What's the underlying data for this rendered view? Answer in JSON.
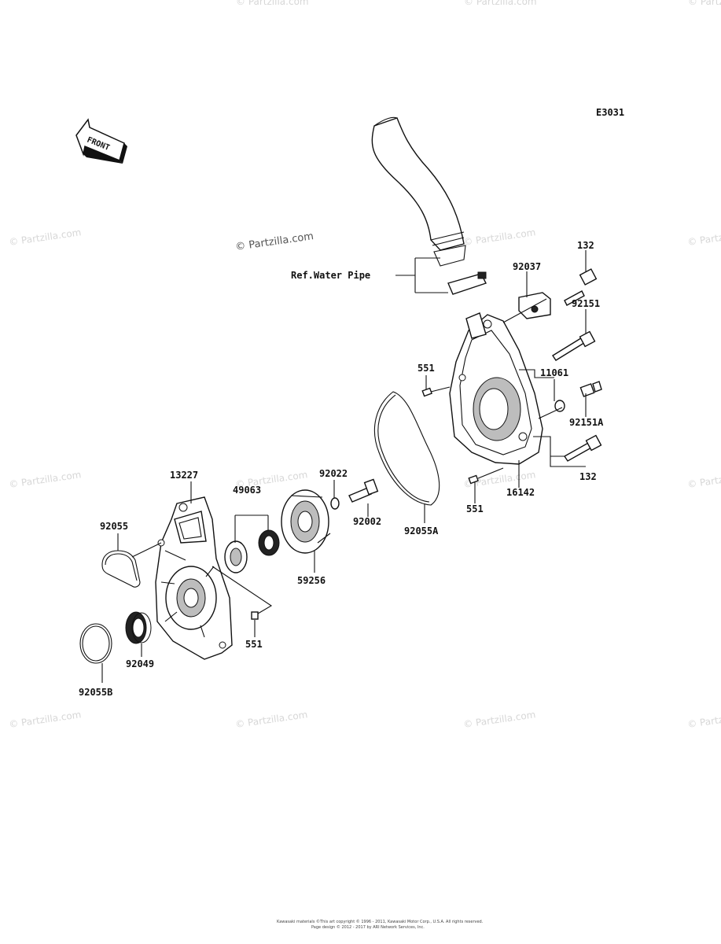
{
  "diagram_code": "E3031",
  "front_label": "FRONT",
  "ref_label": "Ref.Water Pipe",
  "watermark_text": "© Partzilla.com",
  "watermark_main": "© Partzilla.com",
  "footer_line1": "Kawasaki materials ©This art copyright © 1996 - 2011, Kawasaki Motor Corp., U.S.A. All rights reserved.",
  "footer_line2": "Page design © 2012 - 2017 by ARI Network Services, Inc.",
  "parts": {
    "p132_top": "132",
    "p92037": "92037",
    "p92151": "92151",
    "p551_a": "551",
    "p11061": "11061",
    "p92151A": "92151A",
    "p132_bot": "132",
    "p16142": "16142",
    "p551_b": "551",
    "p92022": "92022",
    "p92002": "92002",
    "p92055A": "92055A",
    "p13227": "13227",
    "p49063": "49063",
    "p92055": "92055",
    "p59256": "59256",
    "p551_c": "551",
    "p92049": "92049",
    "p92055B": "92055B"
  }
}
